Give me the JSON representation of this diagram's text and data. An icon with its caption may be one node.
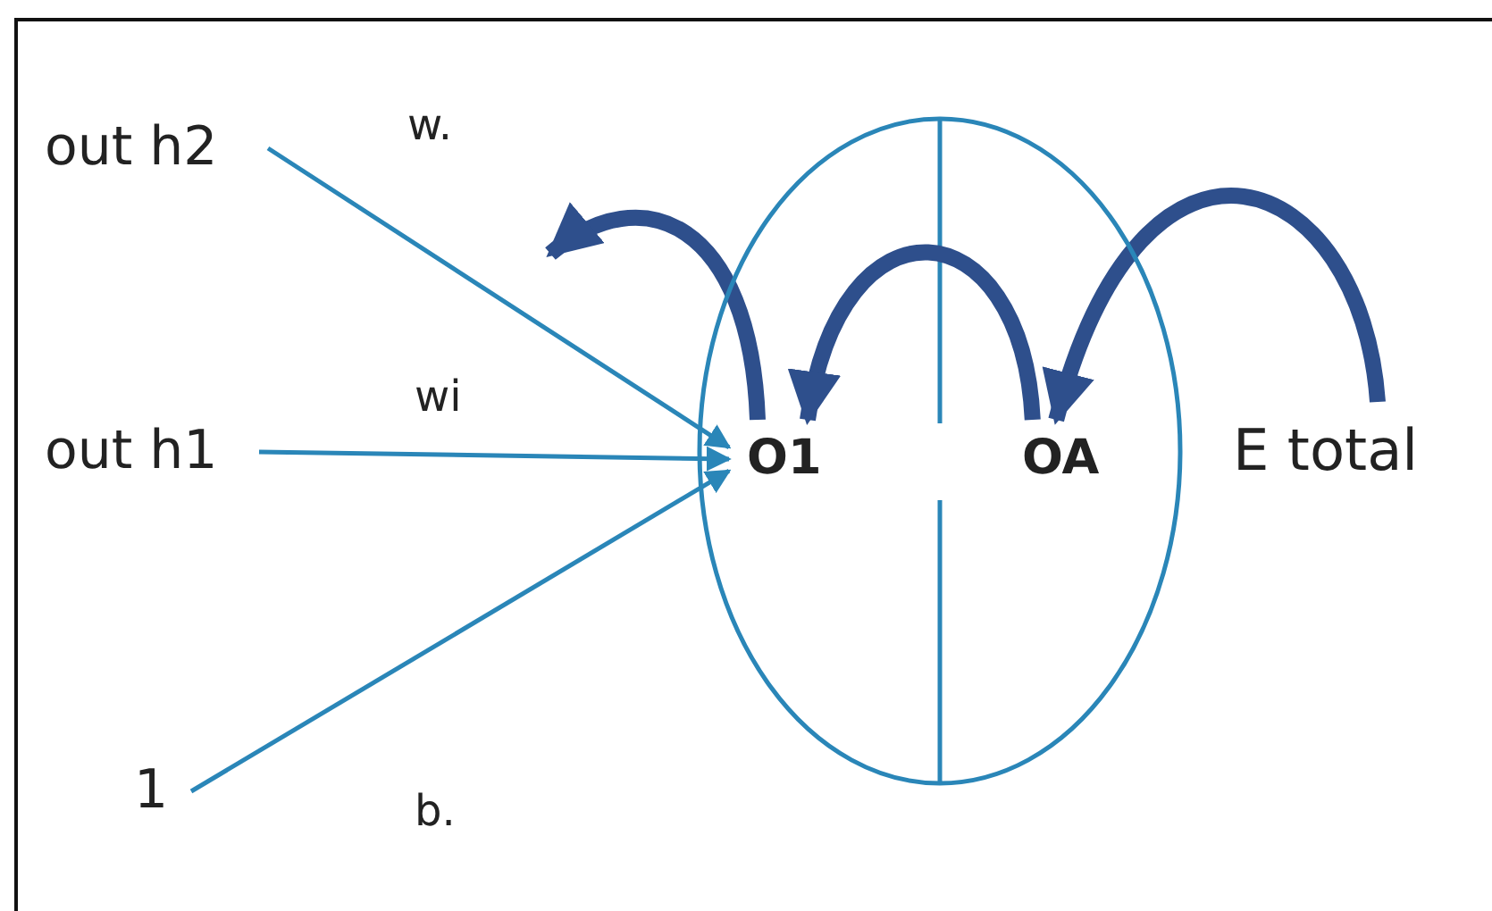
{
  "diagram": {
    "nodes": [
      {
        "text": [
          "out h2"
        ]
      },
      {
        "text": [
          "out h1"
        ]
      },
      {
        "text": [
          "1"
        ]
      },
      {
        "text": [],
        "shape": "circle"
      },
      {
        "text": [
          "O1"
        ],
        "in": 3
      },
      {
        "text": [
          "OA"
        ],
        "in": 3
      },
      {
        "text": [
          "E total"
        ]
      }
    ],
    "edges": [
      {
        "from": 0,
        "to": 4,
        "arrow": "to",
        "label": "w."
      },
      {
        "from": 1,
        "to": 4,
        "arrow": "to",
        "label": "wi"
      },
      {
        "from": 2,
        "to": 4,
        "arrow": "to",
        "label": "b."
      },
      {
        "from": 6,
        "to": 5,
        "arrow": "to",
        "style": "thick",
        "color": "#2e4f8c"
      },
      {
        "from": 5,
        "to": 4,
        "arrow": "to",
        "style": "thick",
        "color": "#2e4f8c"
      },
      {
        "from": 4,
        "to": null,
        "arrow": "to",
        "style": "thick",
        "color": "#2e4f8c"
      }
    ]
  }
}
